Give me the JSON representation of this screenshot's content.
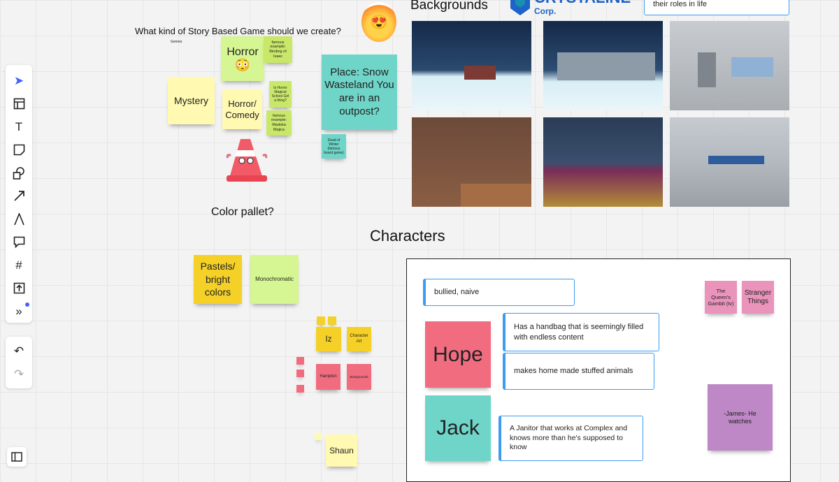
{
  "toolbar": {
    "tools": [
      "select",
      "templates",
      "text",
      "sticky-note",
      "shapes",
      "arrow",
      "pen",
      "comment",
      "frame",
      "upload",
      "more"
    ],
    "undo": "undo",
    "redo": "redo"
  },
  "board": {
    "question": "What kind of Story Based Game should we create?",
    "genres_label": "Genres",
    "genres": {
      "horror": "Horror",
      "horror_emoji": "😳",
      "mystery": "Mystery",
      "horror_comedy": "Horror/ Comedy",
      "note1": "famous example: Binding of Isaac",
      "note2": "Is Horror Magical School Girl a thing?",
      "note3": "famous example: Madoka Majica"
    },
    "place": "Place: Snow Wasteland You are in an outpost?",
    "place_note": "Dead of Winter (famous board game)",
    "fire_emoji": "😍",
    "backgrounds_heading": "Backgrounds",
    "logo": {
      "name": "CRYSTALINE",
      "sub": "Corp."
    },
    "top_card": "their roles in life",
    "color_heading": "Color pallet?",
    "colors": [
      "Pastels/ bright colors",
      "Monochromatic"
    ],
    "team": {
      "iz": "Iz",
      "character_art": "Character Art",
      "hampton": "Hampton",
      "backgrounds": "Backgrounds",
      "shaun": "Shaun"
    },
    "characters_heading": "Characters",
    "characters": {
      "card_bullied": "bullied, naive",
      "hope": "Hope",
      "hope_card1": "Has a handbag that is seemingly filled with endless content",
      "hope_card2": "makes home made stuffed animals",
      "jack": "Jack",
      "jack_card": "A Janitor that works at Complex and knows more than he's supposed to know",
      "queens": "The Queen's Gambit (tv)",
      "stranger": "Stranger Things",
      "james": "-James- He watches"
    }
  }
}
